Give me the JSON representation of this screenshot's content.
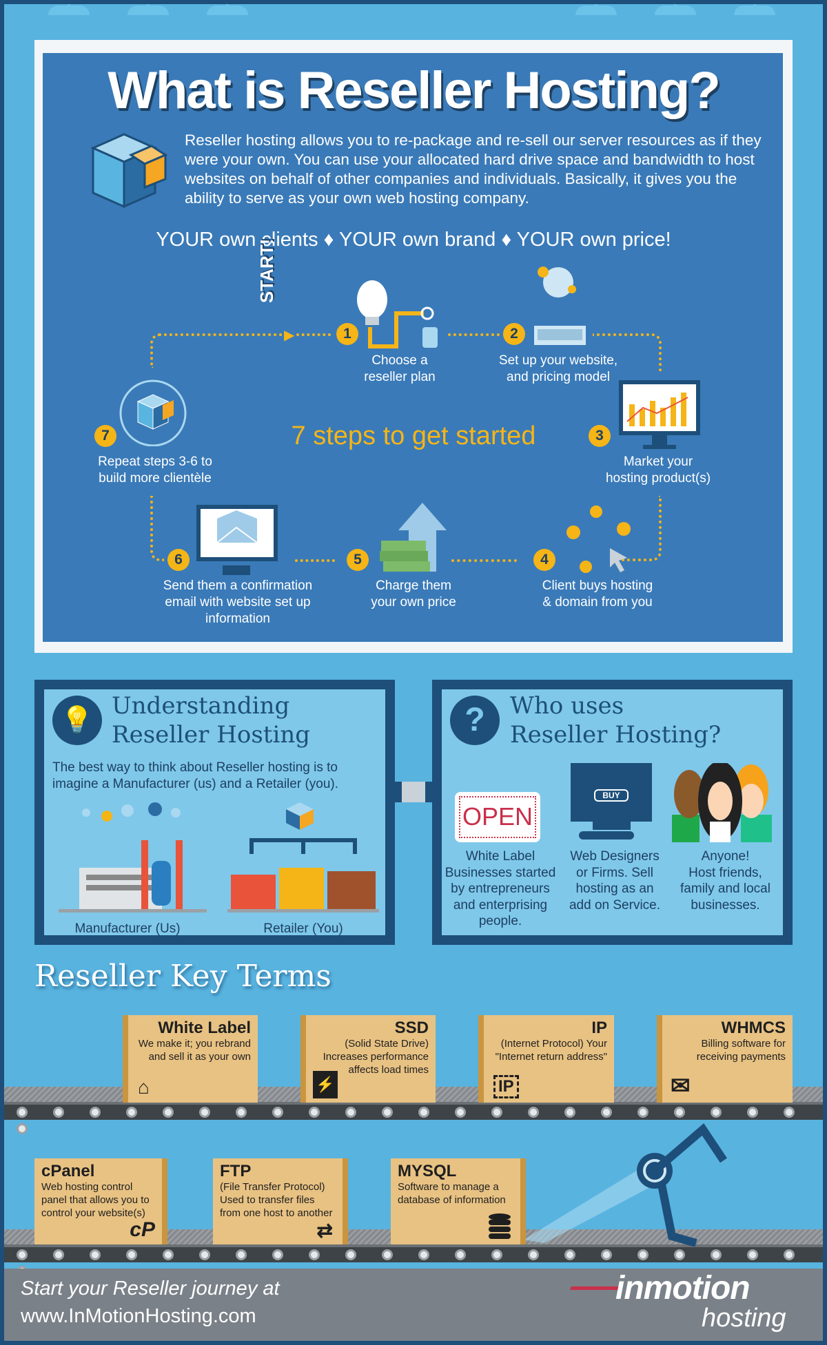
{
  "title": "What is Reseller Hosting?",
  "intro": "Reseller hosting allows you to re-package and re-sell our server resources as if they were your own. You can use your allocated hard drive space and bandwidth to host websites on behalf of other companies and individuals. Basically, it gives you the ability to serve as your own web hosting company.",
  "tagline": "YOUR own clients ♦ YOUR own brand ♦ YOUR own price!",
  "start": "START!",
  "steps_title": "7 steps to get started",
  "steps": [
    {
      "num": "1",
      "l1": "Choose a",
      "l2": "reseller plan"
    },
    {
      "num": "2",
      "l1": "Set up your website,",
      "l2": "and pricing model"
    },
    {
      "num": "3",
      "l1": "Market your",
      "l2": "hosting product(s)"
    },
    {
      "num": "4",
      "l1": "Client buys hosting",
      "l2": "& domain from you"
    },
    {
      "num": "5",
      "l1": "Charge them",
      "l2": "your own price"
    },
    {
      "num": "6",
      "l1": "Send them a confirmation",
      "l2": "email with website set up",
      "l3": "information"
    },
    {
      "num": "7",
      "l1": "Repeat  steps 3-6 to",
      "l2": "build more clientèle"
    }
  ],
  "understanding": {
    "h1": "Understanding",
    "h2": "Reseller Hosting",
    "body": "The best way to think about Reseller hosting is to imagine a Manufacturer (us) and a Retailer (you).",
    "manufacturer": "Manufacturer (Us)",
    "retailer": "Retailer (You)",
    "sign_open": "OPEN",
    "buy": "BUY"
  },
  "who": {
    "h1": "Who uses",
    "h2": "Reseller Hosting?",
    "cols": [
      {
        "title": "White Label",
        "body": "Businesses started by entrepreneurs and enterprising people."
      },
      {
        "title": "Web Designers",
        "body": "or Firms. Sell hosting as an add on Service."
      },
      {
        "title": "Anyone!",
        "body": "Host friends, family and local businesses."
      }
    ]
  },
  "key_terms_title": "Reseller Key Terms",
  "terms": [
    {
      "h": "White Label",
      "d": "We make it; you rebrand and sell it as your own",
      "icon": "tag-icon"
    },
    {
      "h": "SSD",
      "d": "(Solid State Drive) Increases performance affects load times",
      "icon": "ssd-icon"
    },
    {
      "h": "IP",
      "d": "(Internet Protocol) Your \"Internet return address\"",
      "icon": "ip-icon"
    },
    {
      "h": "WHMCS",
      "d": "Billing software for receiving payments",
      "icon": "envelope-money-icon"
    },
    {
      "h": "cPanel",
      "d": "Web hosting control panel that allows you to control your website(s)",
      "icon": "cpanel-icon"
    },
    {
      "h": "FTP",
      "d": "(File Transfer Protocol) Used to transfer files from one host to another",
      "icon": "transfer-icon"
    },
    {
      "h": "MYSQL",
      "d": "Software to manage a database of information",
      "icon": "database-icon"
    }
  ],
  "footer": {
    "line1": "Start your Reseller journey at",
    "line2": "www.InMotionHosting.com",
    "logo1": "inmotion",
    "logo2": "hosting"
  },
  "colors": {
    "bg": "#58b3df",
    "panel": "#3a7ab8",
    "accent": "#f5b517",
    "dark": "#1d4f7a",
    "card": "#e8c283"
  }
}
